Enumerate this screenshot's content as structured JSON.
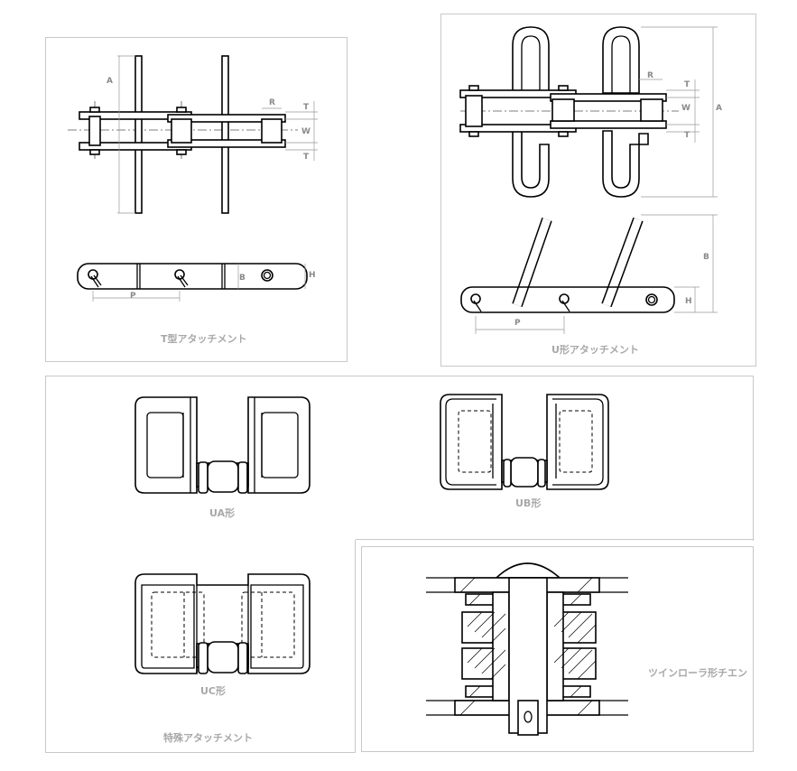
{
  "captions": {
    "t_type": "T型アタッチメント",
    "u_type": "U形アタッチメント",
    "ua": "UA形",
    "ub": "UB形",
    "uc": "UC形",
    "special": "特殊アタッチメント",
    "twin_roller": "ツインローラ形チエン"
  },
  "dims": {
    "a": "A",
    "b": "B",
    "h": "H",
    "p": "P",
    "r": "R",
    "t": "T",
    "w": "W"
  }
}
